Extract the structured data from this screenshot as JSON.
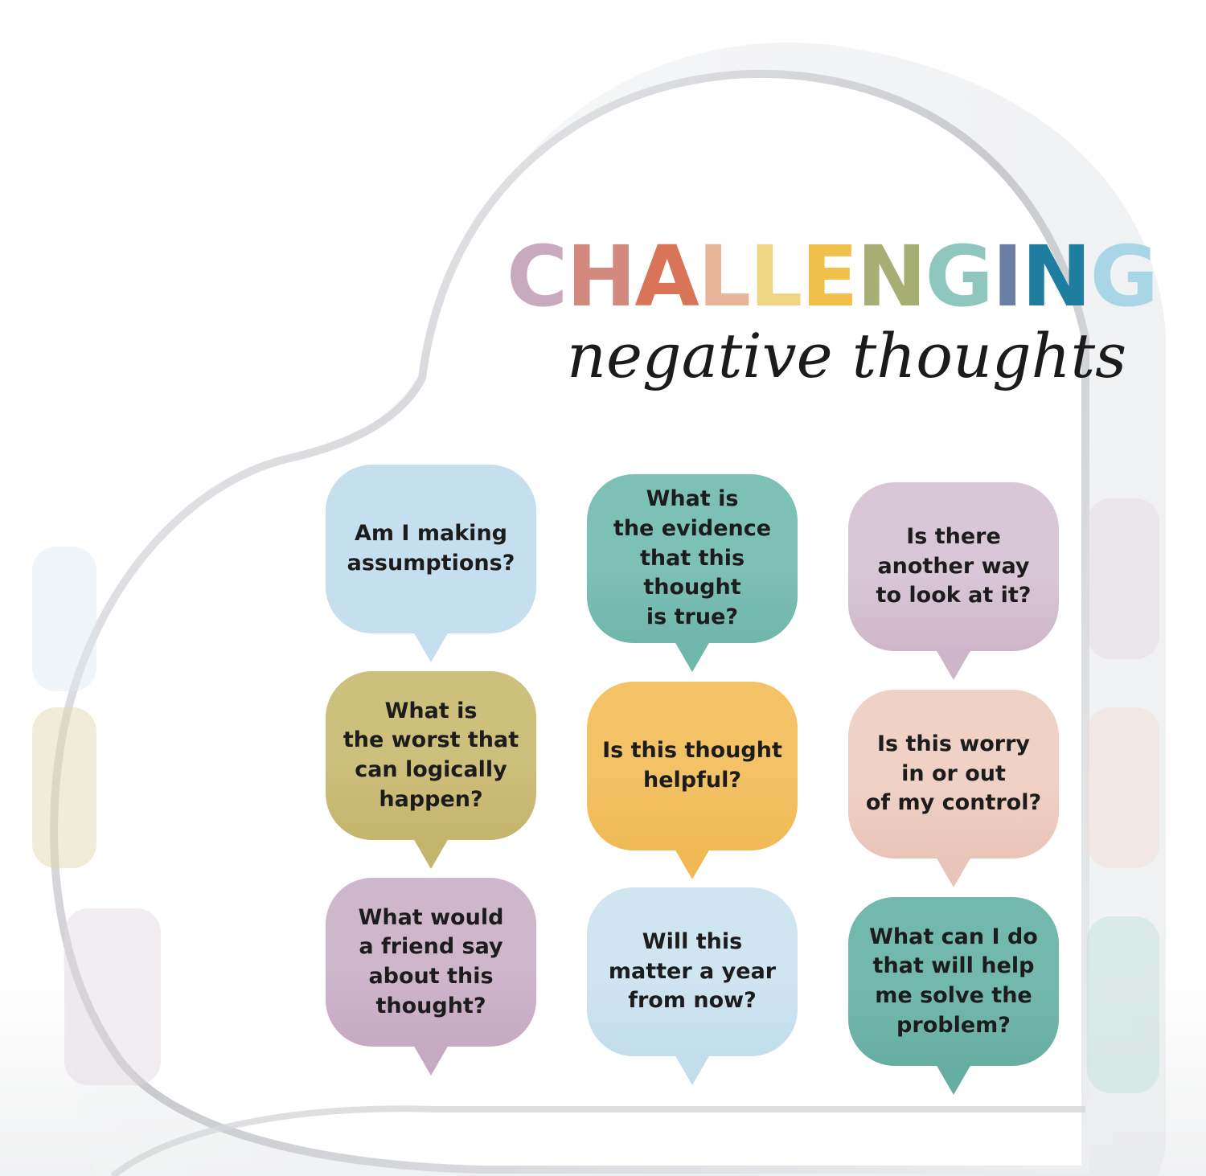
{
  "colors": {
    "background": "#ffffff",
    "acrylic_edge": "#c9cbcf",
    "text": "#1c1c1c"
  },
  "title": {
    "letters": [
      {
        "char": "C",
        "color": "#c9a9be"
      },
      {
        "char": "H",
        "color": "#d2897e"
      },
      {
        "char": "A",
        "color": "#d97458"
      },
      {
        "char": "L",
        "color": "#e9b59a"
      },
      {
        "char": "L",
        "color": "#f0d585"
      },
      {
        "char": "E",
        "color": "#f1c04a"
      },
      {
        "char": "N",
        "color": "#a6ae74"
      },
      {
        "char": "G",
        "color": "#8fc6bd"
      },
      {
        "char": "I",
        "color": "#6b7ea3"
      },
      {
        "char": "N",
        "color": "#1f7da0"
      },
      {
        "char": "G",
        "color": "#a9d6e6"
      }
    ]
  },
  "subtitle": "negative thoughts",
  "bubbles": [
    {
      "text": "Am I making\nassumptions?",
      "color": "#c5dfee",
      "tail": "#c5dfee"
    },
    {
      "text": "What is\nthe evidence\nthat this thought\nis true?",
      "color": "#7dc0b6",
      "tail": "#6fb6ab"
    },
    {
      "text": "Is there\nanother way\nto look at it?",
      "color": "#d8c7d6",
      "tail": "#cdb6c9"
    },
    {
      "text": "What is\nthe worst that\ncan logically\nhappen?",
      "color": "#cdbf7c",
      "tail": "#c4b56c"
    },
    {
      "text": "Is this thought\nhelpful?",
      "color": "#f3c266",
      "tail": "#f0b955"
    },
    {
      "text": "Is this worry\nin or out\nof my control?",
      "color": "#f0d1c6",
      "tail": "#e9c4b8"
    },
    {
      "text": "What would\na friend say\nabout this\nthought?",
      "color": "#ceb6cb",
      "tail": "#c6aac2"
    },
    {
      "text": "Will this\nmatter a year\nfrom now?",
      "color": "#cfe5f0",
      "tail": "#c3ddeb"
    },
    {
      "text": "What can I do\nthat will help\nme solve the\nproblem?",
      "color": "#73b8ad",
      "tail": "#67aea2"
    }
  ]
}
